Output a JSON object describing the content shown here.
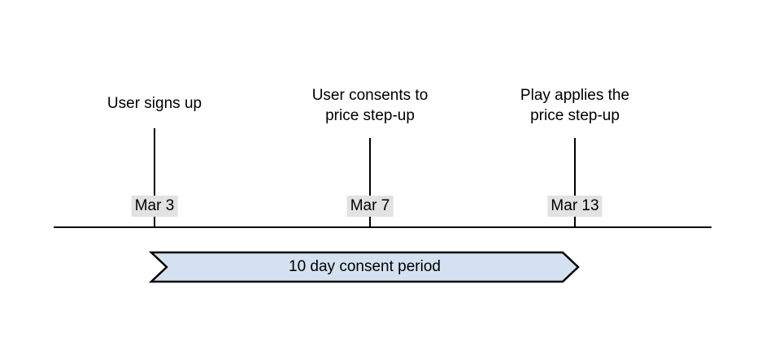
{
  "diagram": {
    "type": "timeline",
    "title": "",
    "axis": {
      "label": ""
    },
    "colors": {
      "line": "#000000",
      "date_highlight": "#e2e2e2",
      "banner_fill": "#d4e1f0",
      "banner_stroke": "#000000",
      "text": "#000000",
      "background": "#ffffff"
    },
    "milestones": [
      {
        "label_line1": "User signs up",
        "label_line2": "",
        "date": "Mar 3"
      },
      {
        "label_line1": "User consents to",
        "label_line2": "price step-up",
        "date": "Mar 7"
      },
      {
        "label_line1": "Play applies the",
        "label_line2": "price step-up",
        "date": "Mar 13"
      }
    ],
    "period_banner": {
      "text": "10 day consent period",
      "start_date": "Mar 3",
      "end_date": "Mar 13",
      "duration_days": 10
    }
  }
}
